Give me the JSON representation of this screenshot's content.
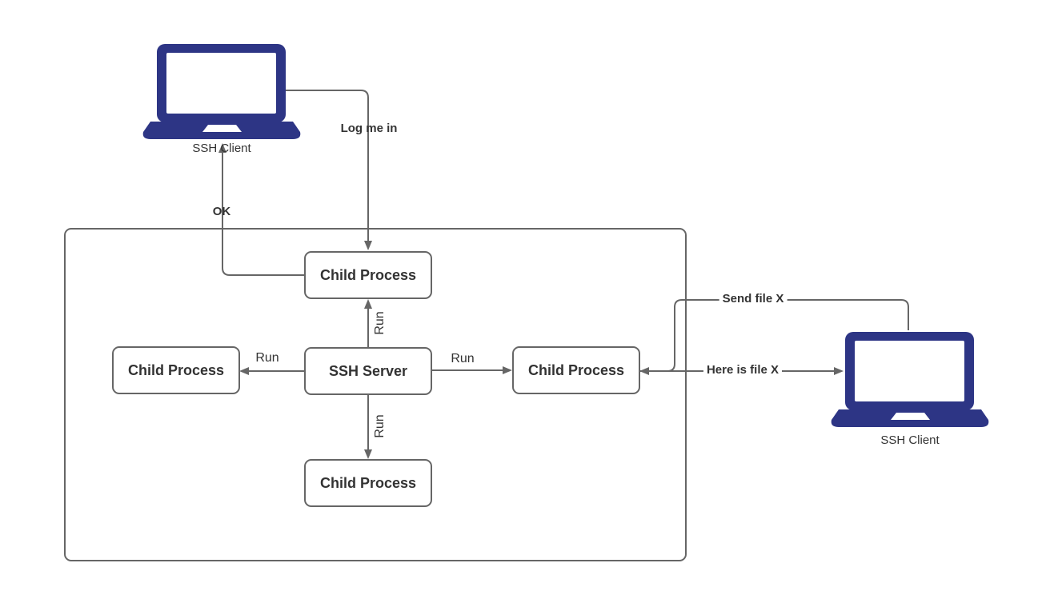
{
  "diagram": {
    "colors": {
      "laptop_fill": "#2d3585",
      "line": "#666666",
      "box_border": "#666666",
      "text": "#333333"
    },
    "nodes": {
      "client_left": {
        "label": "SSH Client"
      },
      "client_right": {
        "label": "SSH Client"
      },
      "child_top": {
        "label": "Child Process"
      },
      "child_left": {
        "label": "Child Process"
      },
      "child_right": {
        "label": "Child Process"
      },
      "child_bottom": {
        "label": "Child Process"
      },
      "ssh_server": {
        "label": "SSH Server"
      }
    },
    "edges": {
      "log_me_in": {
        "label": "Log me in"
      },
      "ok": {
        "label": "OK"
      },
      "run_up": {
        "label": "Run"
      },
      "run_left": {
        "label": "Run"
      },
      "run_right": {
        "label": "Run"
      },
      "run_down": {
        "label": "Run"
      },
      "send_file_x": {
        "label": "Send file X"
      },
      "here_is_file_x": {
        "label": "Here is file X"
      }
    }
  }
}
